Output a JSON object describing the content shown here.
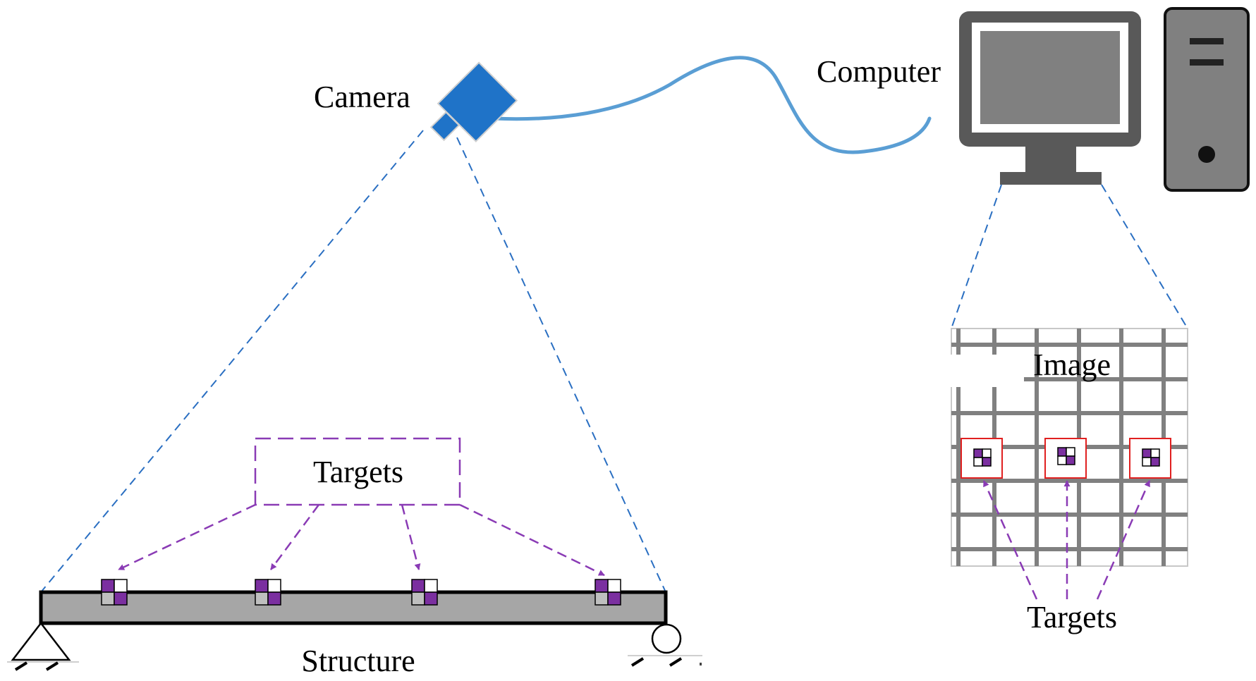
{
  "labels": {
    "camera": "Camera",
    "computer": "Computer",
    "image": "Image",
    "targets_structure": "Targets",
    "targets_image": "Targets",
    "structure": "Structure"
  },
  "colors": {
    "camera_blue": "#1f73c8",
    "cable_blue": "#5a9ed4",
    "fov_dash_blue": "#2a6fc2",
    "monitor_dark": "#595959",
    "monitor_screen": "#808080",
    "beam_gray": "#a6a6a6",
    "target_purple": "#7b2fa0",
    "arrow_purple": "#8a3bb5",
    "grid_gray": "#808080",
    "highlight_red": "#e02020"
  },
  "icons": [
    "camera-icon",
    "monitor-icon",
    "computer-tower-icon",
    "target-marker-icon",
    "pin-support-icon",
    "roller-support-icon"
  ]
}
